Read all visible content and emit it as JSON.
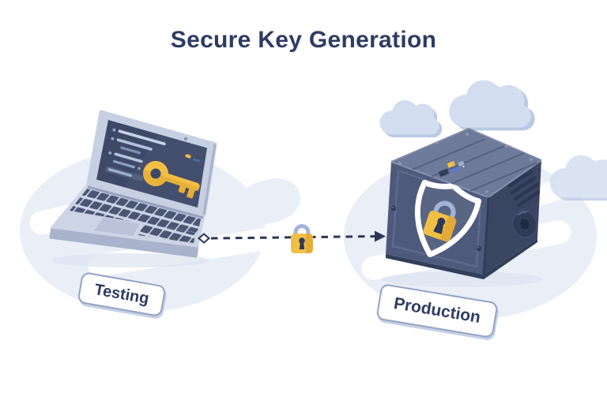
{
  "title": "Secure Key Generation",
  "environments": {
    "testing": {
      "label": "Testing",
      "device": "laptop-with-key-on-screen"
    },
    "production": {
      "label": "Production",
      "device": "secure-server-vault-with-shield"
    }
  },
  "connector": {
    "style": "dashed",
    "direction": "left-to-right",
    "midpoint_icon": "padlock"
  },
  "icons": {
    "laptop_screen": "key-icon",
    "connector_middle": "padlock-icon",
    "server_front": "shield-lock-icon",
    "sky": "cloud-icon",
    "line_start": "diamond-endpoint-icon",
    "line_end": "arrow-right-icon"
  },
  "colors": {
    "title_text": "#2e3c63",
    "label_text": "#2e3c63",
    "label_border": "#93a2c6",
    "label_bg": "#ffffff",
    "connector": "#2b3655",
    "gold": "#f2bf45",
    "gold_dark": "#dfa636",
    "shackle": "#a3b4d7",
    "screen_navy": "#3d4967",
    "laptop_body": "#c7cfe2",
    "key_color": "#4b5673",
    "server_front": "#4e5a7b",
    "server_top": "#6e7a9a",
    "server_side": "#3a4562",
    "blob": "#e9eef7",
    "cloud": "#d2ddf0",
    "cloud_shadow": "#b9c8e4",
    "bg": "#ffffff"
  }
}
